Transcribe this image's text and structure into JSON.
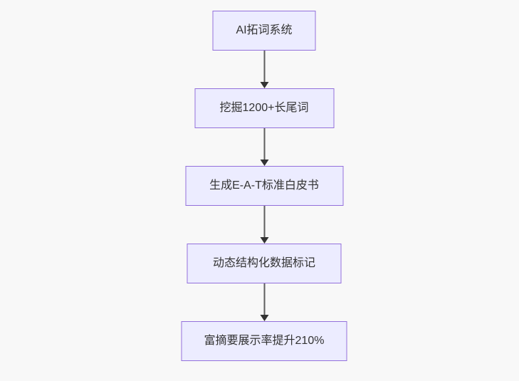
{
  "diagram": {
    "type": "flowchart",
    "direction": "top-down",
    "nodes": [
      {
        "id": "n1",
        "label": "AI拓词系统"
      },
      {
        "id": "n2",
        "label": "挖掘1200+长尾词"
      },
      {
        "id": "n3",
        "label": "生成E-A-T标准白皮书"
      },
      {
        "id": "n4",
        "label": "动态结构化数据标记"
      },
      {
        "id": "n5",
        "label": "富摘要展示率提升210%"
      }
    ],
    "edges": [
      {
        "from": "n1",
        "to": "n2"
      },
      {
        "from": "n2",
        "to": "n3"
      },
      {
        "from": "n3",
        "to": "n4"
      },
      {
        "from": "n4",
        "to": "n5"
      }
    ],
    "colors": {
      "background": "#f8f8f8",
      "node_fill": "#ececff",
      "node_border": "#9370db",
      "node_text": "#333333",
      "edge_line": "#5e5e5e",
      "arrowhead": "#333333"
    }
  }
}
